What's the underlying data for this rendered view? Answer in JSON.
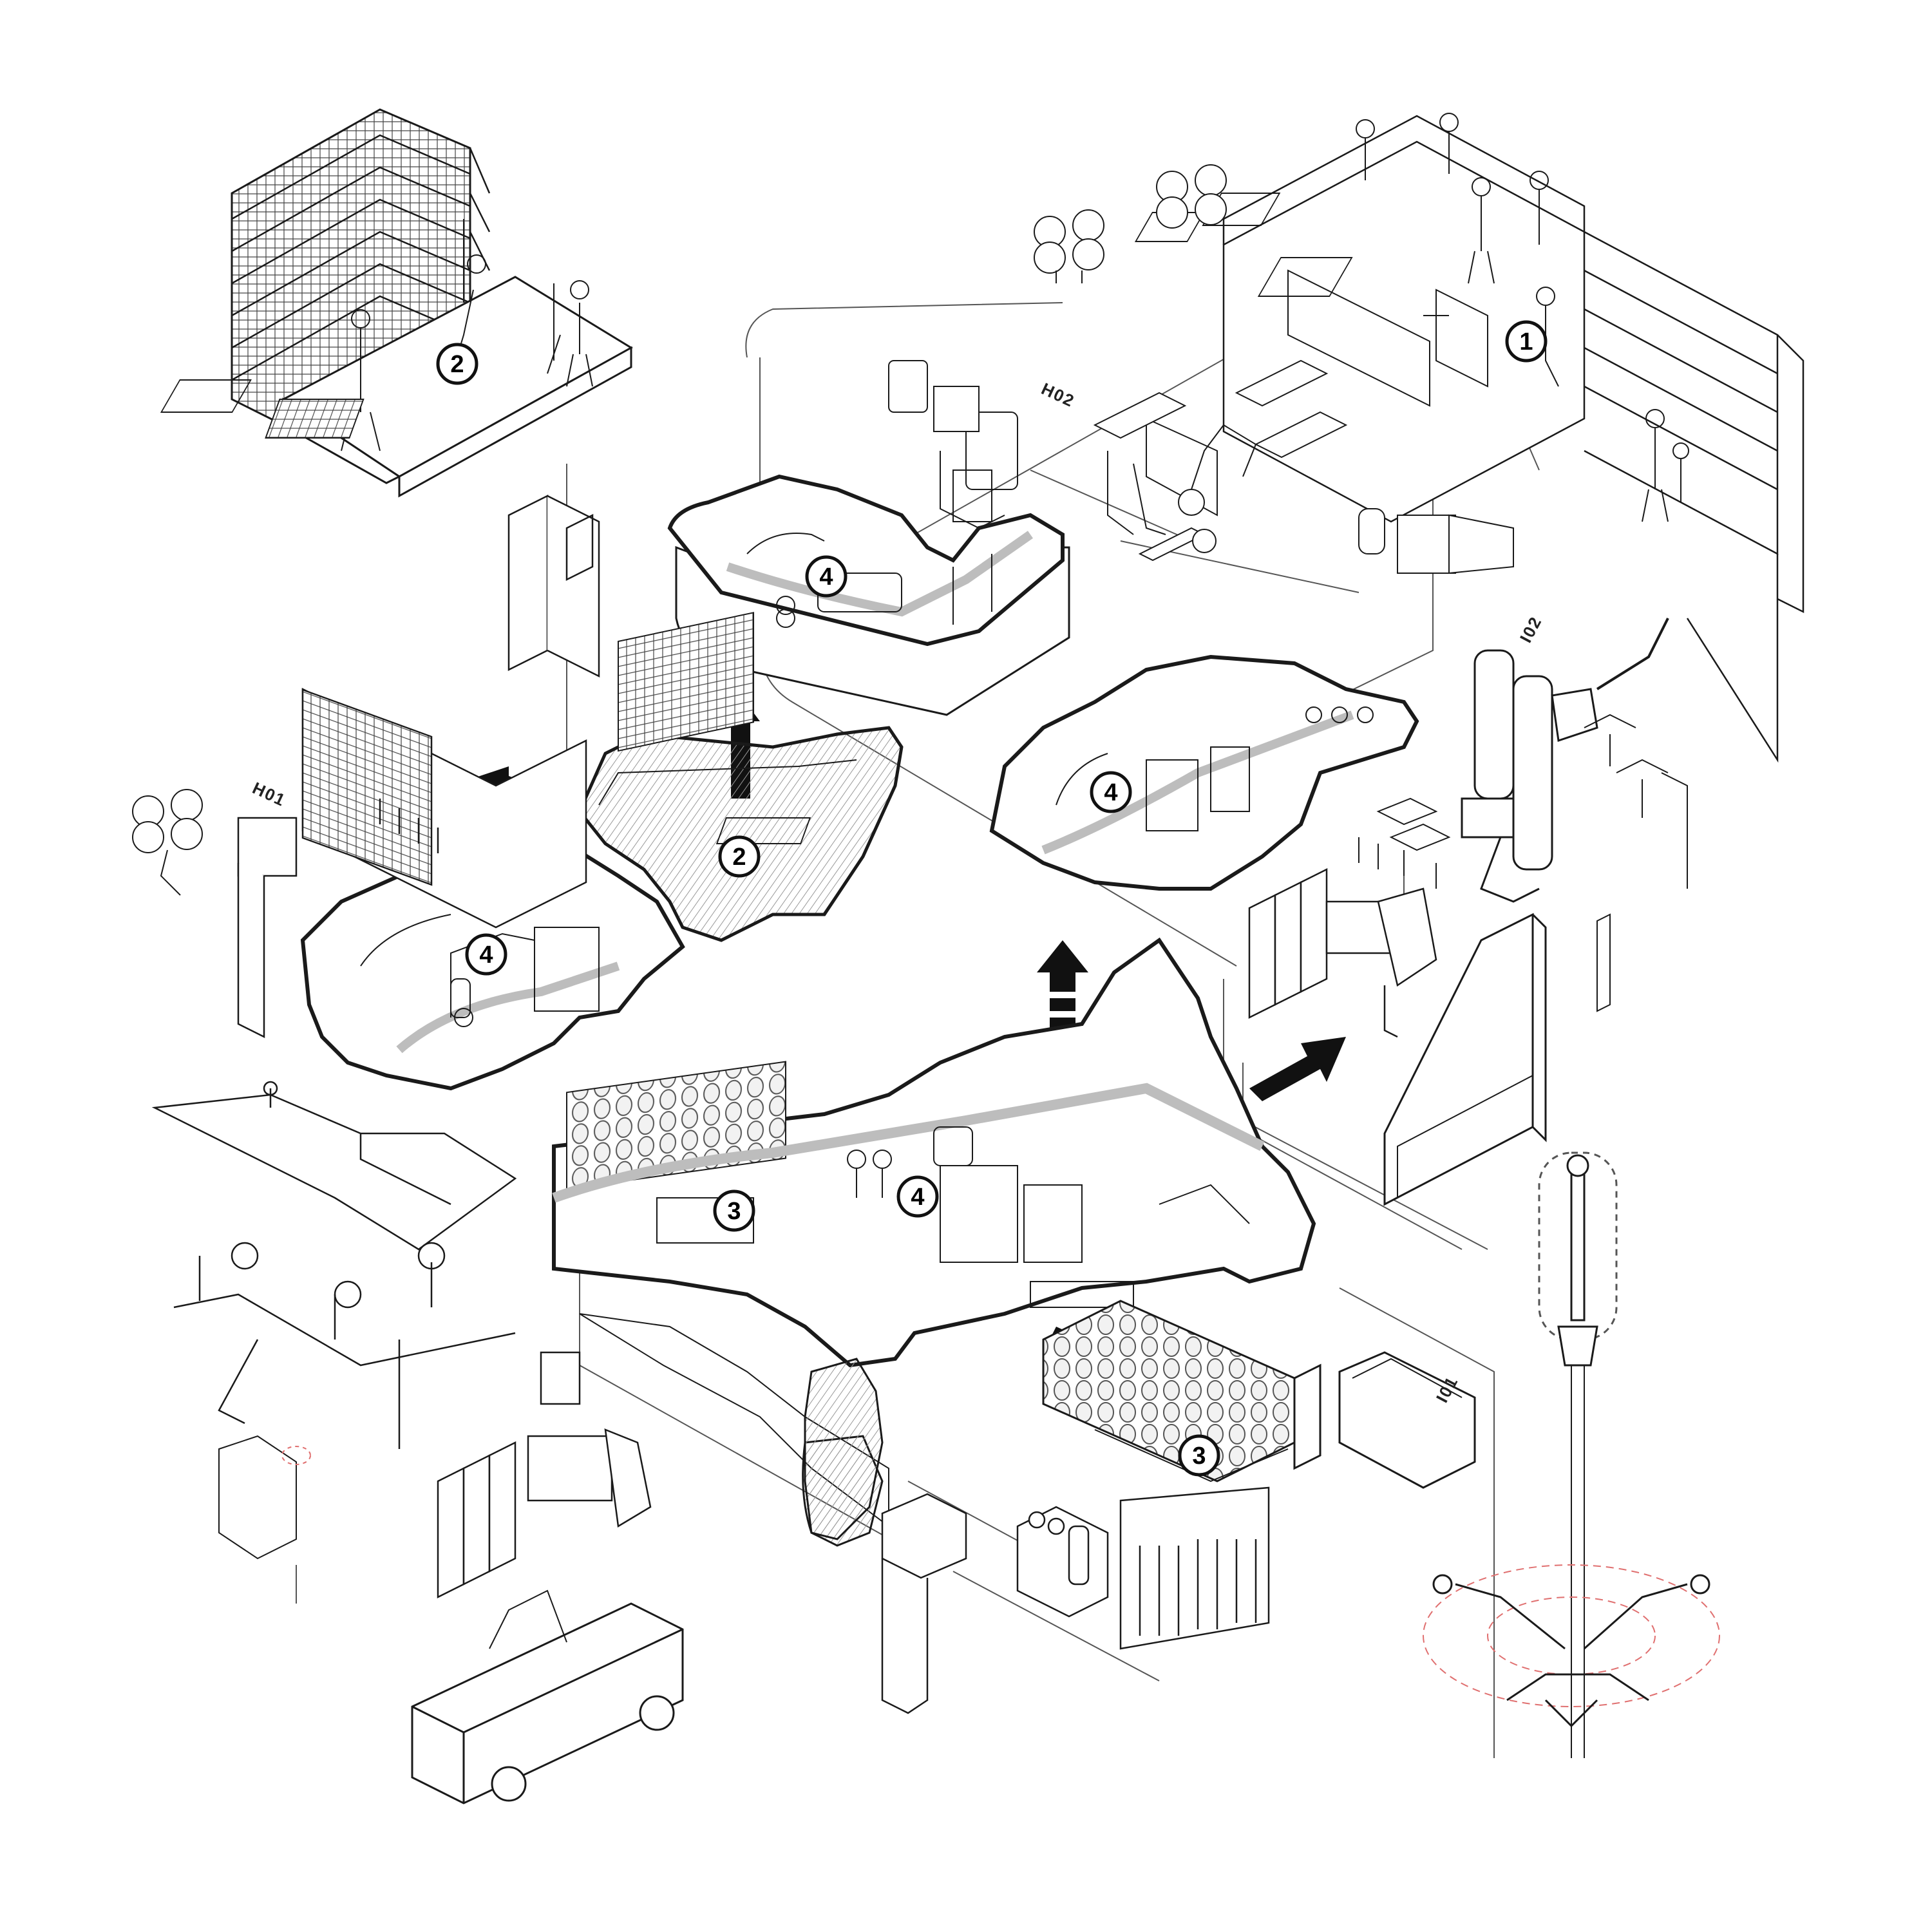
{
  "diagram": {
    "markers": [
      {
        "id": "m1",
        "label": "1"
      },
      {
        "id": "m2a",
        "label": "2"
      },
      {
        "id": "m2b",
        "label": "2"
      },
      {
        "id": "m3a",
        "label": "3"
      },
      {
        "id": "m3b",
        "label": "3"
      },
      {
        "id": "m4a",
        "label": "4"
      },
      {
        "id": "m4b",
        "label": "4"
      },
      {
        "id": "m4c",
        "label": "4"
      },
      {
        "id": "m4d",
        "label": "4"
      }
    ],
    "zone_labels": [
      {
        "id": "h01",
        "text": "H01"
      },
      {
        "id": "h02",
        "text": "H02"
      },
      {
        "id": "i01",
        "text": "I01"
      },
      {
        "id": "i02",
        "text": "I02"
      }
    ],
    "colors": {
      "line": "#1a1a1a",
      "thin": "#555555",
      "flow": "#bdbdbd",
      "hatch": "#cfcfcf",
      "dashed_red": "#e07070"
    }
  }
}
